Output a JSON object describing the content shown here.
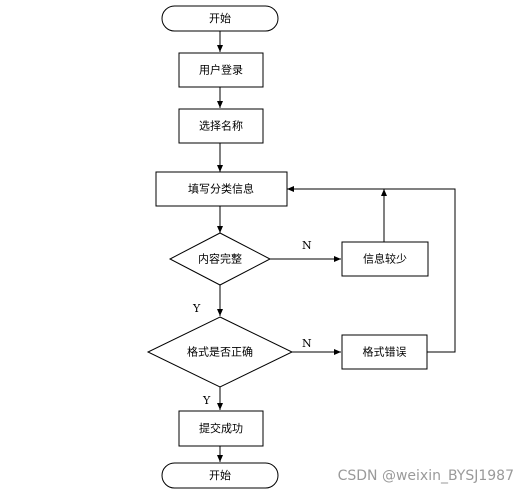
{
  "flowchart": {
    "start_label": "开始",
    "login_label": "用户登录",
    "select_name_label": "选择名称",
    "fill_category_label": "填写分类信息",
    "content_complete_label": "内容完整",
    "info_lacking_label": "信息较少",
    "format_correct_label": "格式是否正确",
    "format_error_label": "格式错误",
    "submit_success_label": "提交成功",
    "end_label": "开始",
    "edge_no_1": "N",
    "edge_yes_1": "Y",
    "edge_no_2": "N",
    "edge_yes_2": "Y"
  },
  "watermark": {
    "text": "CSDN @weixin_BYSJ1987"
  }
}
